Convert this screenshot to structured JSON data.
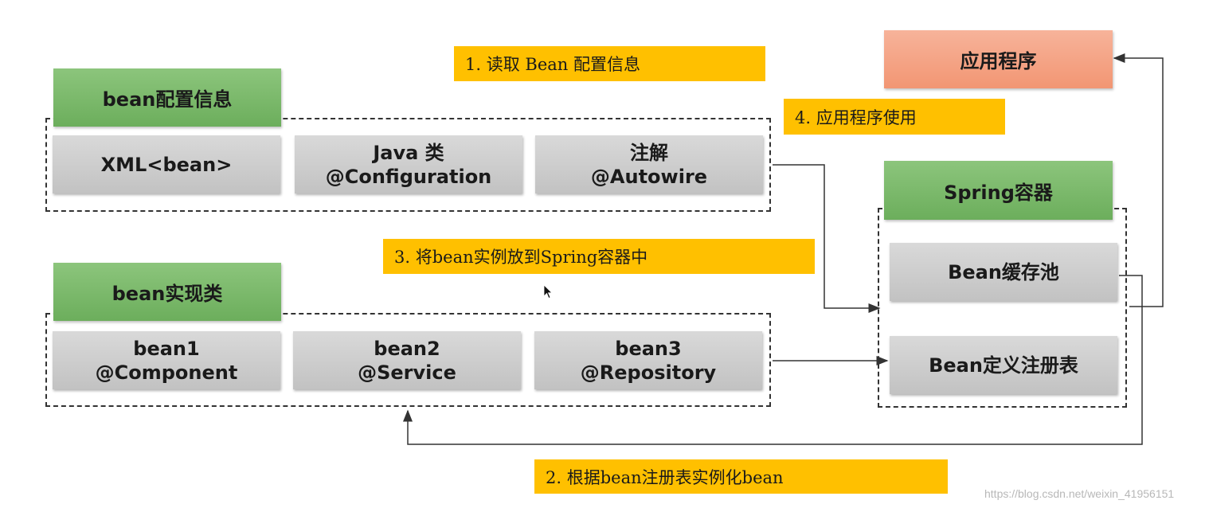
{
  "groups": {
    "config": {
      "title": "bean配置信息",
      "items": [
        {
          "line1": "XML<bean>",
          "line2": ""
        },
        {
          "line1": "Java 类",
          "line2": "@Configuration"
        },
        {
          "line1": "注解",
          "line2": "@Autowire"
        }
      ]
    },
    "impl": {
      "title": "bean实现类",
      "items": [
        {
          "line1": "bean1",
          "line2": "@Component"
        },
        {
          "line1": "bean2",
          "line2": "@Service"
        },
        {
          "line1": "bean3",
          "line2": "@Repository"
        }
      ]
    },
    "container": {
      "title": "Spring容器",
      "cache_pool": "Bean缓存池",
      "registry": "Bean定义注册表"
    },
    "application": "应用程序"
  },
  "steps": {
    "step1": "1. 读取 Bean 配置信息",
    "step2": "2. 根据bean注册表实例化bean",
    "step3": "3. 将bean实例放到Spring容器中",
    "step4": "4. 应用程序使用"
  },
  "watermark": "https://blog.csdn.net/weixin_41956151"
}
